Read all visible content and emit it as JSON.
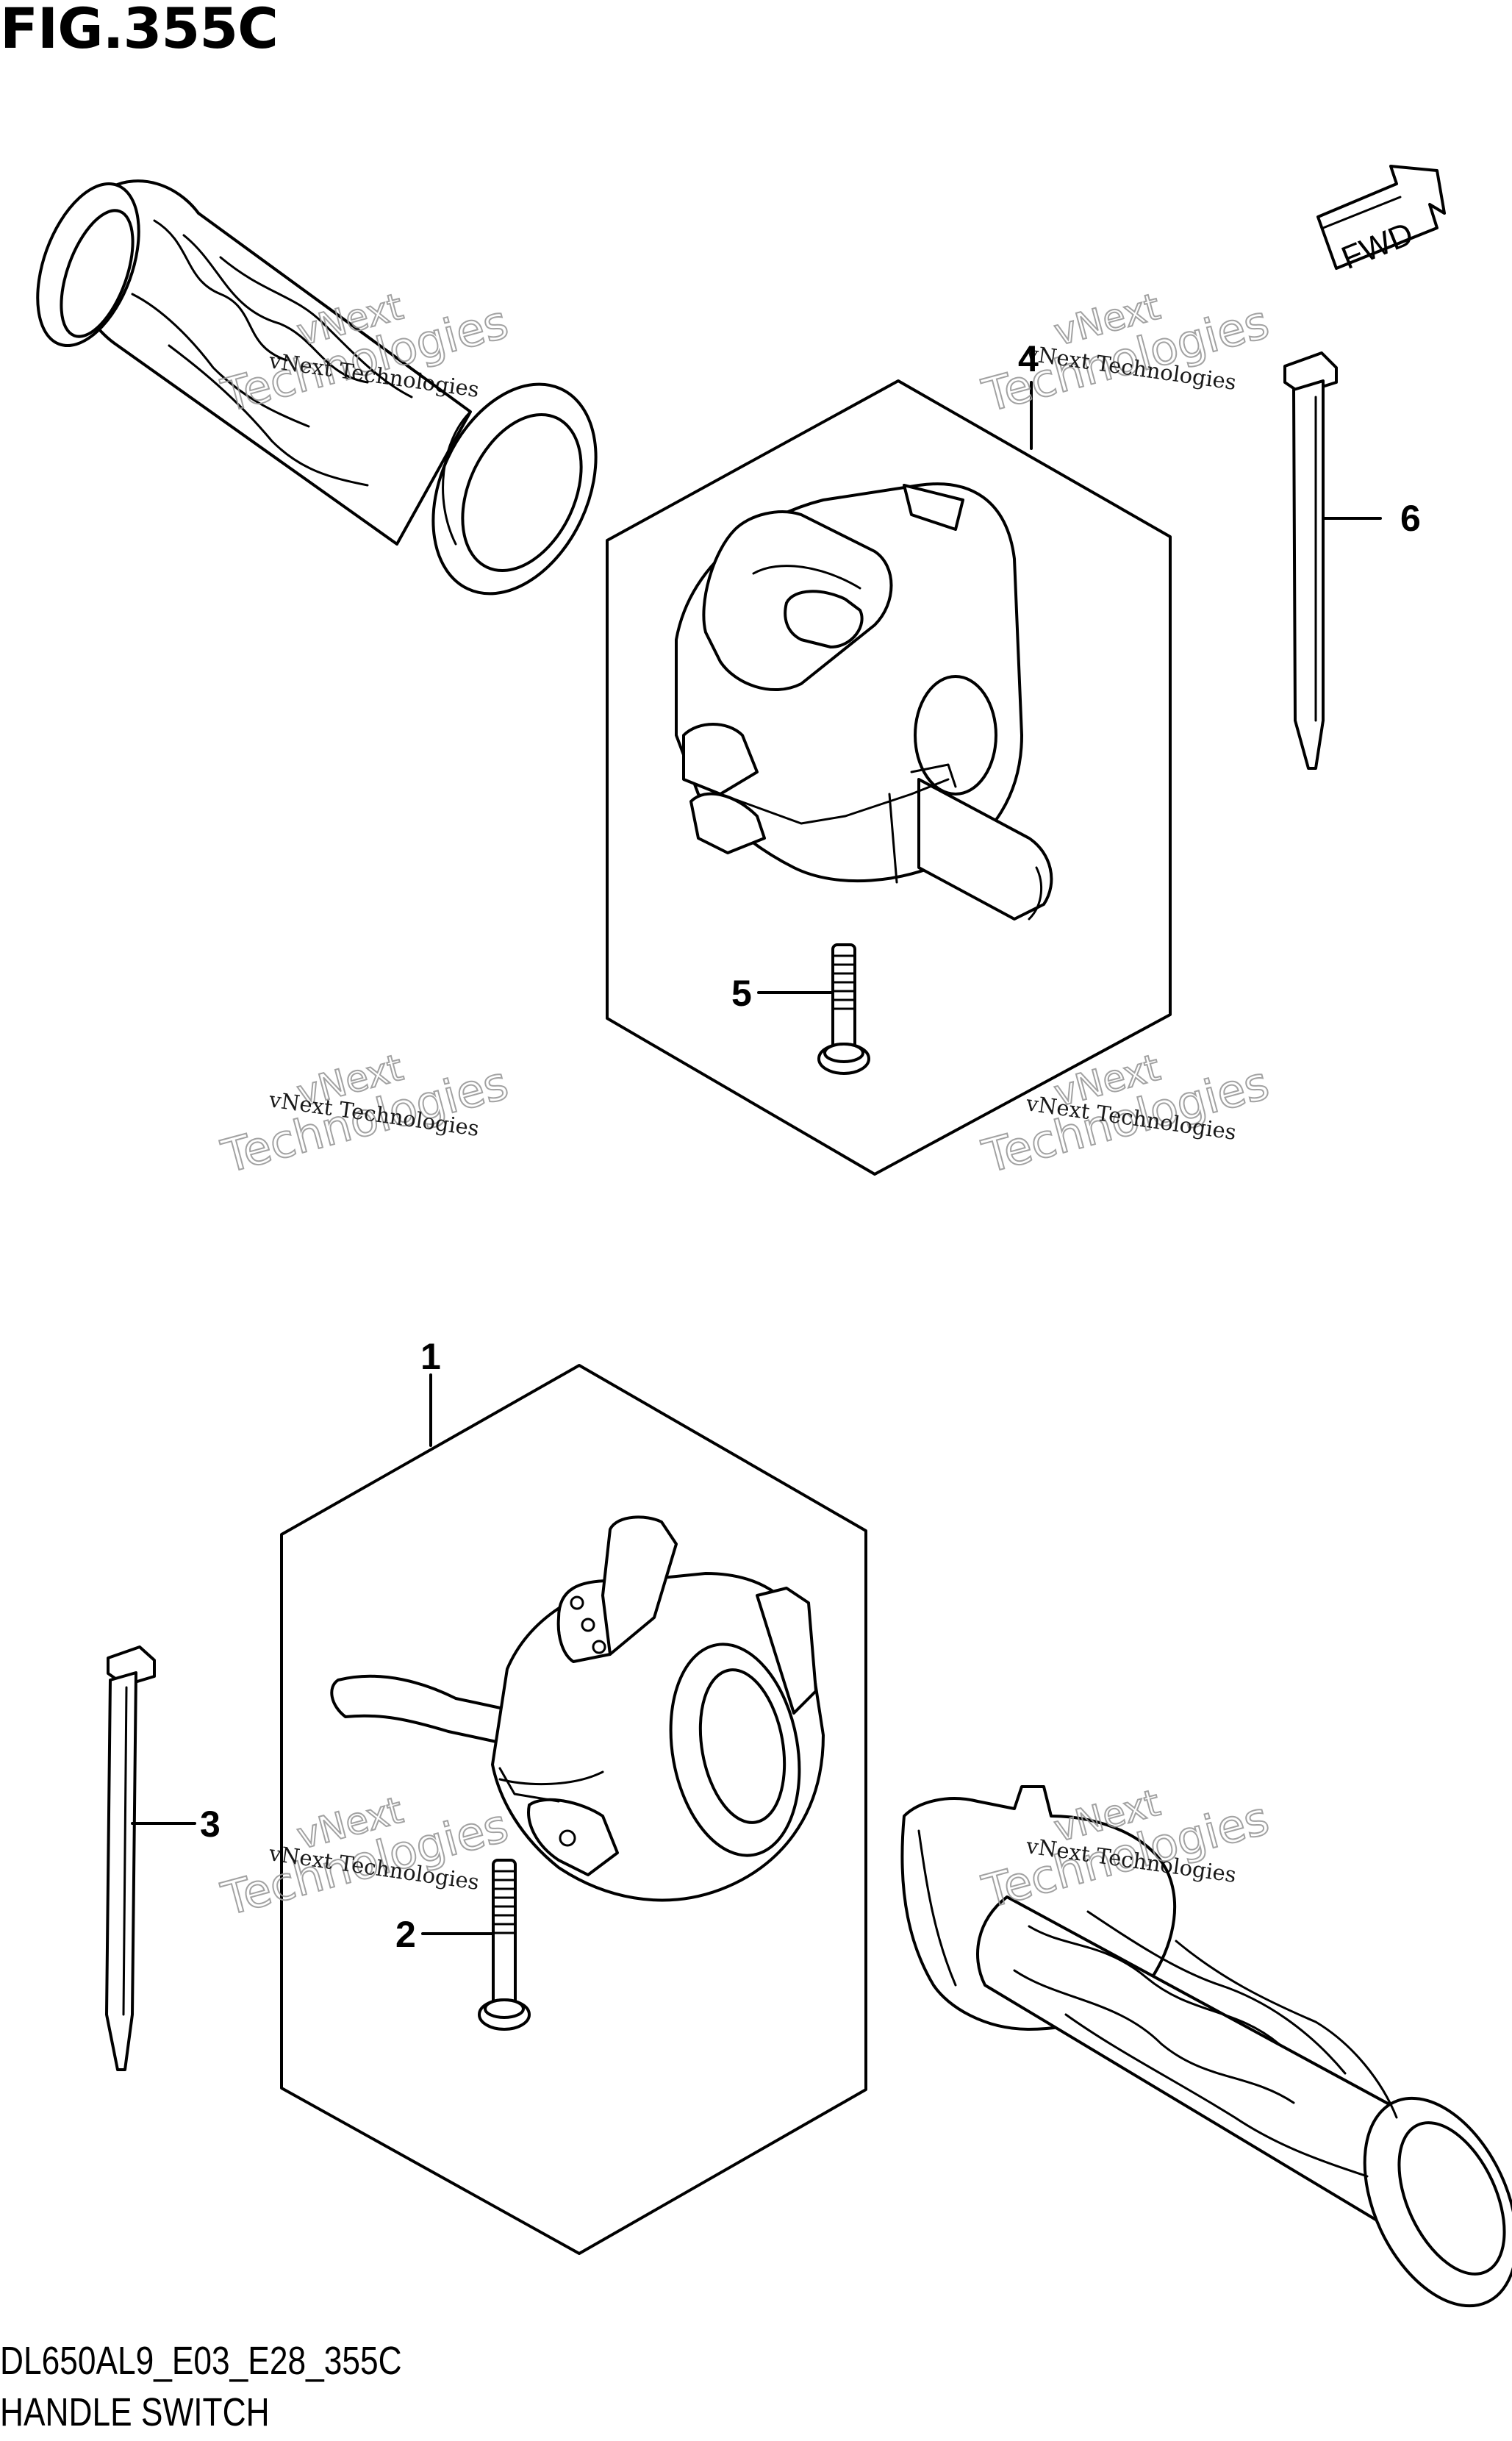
{
  "figure": {
    "title": "FIG.355C"
  },
  "footer": {
    "code": "DL650AL9_E03_E28_355C",
    "name": "HANDLE SWITCH"
  },
  "fwd_label": "FWD",
  "callouts": {
    "c1": "1",
    "c2": "2",
    "c3": "3",
    "c4": "4",
    "c5": "5",
    "c6": "6"
  },
  "watermark": {
    "line": "vNext Technologies",
    "big1": "vNext",
    "big2": "Technologies"
  },
  "colors": {
    "line": "#000000",
    "background": "#ffffff",
    "watermark": "#999999"
  }
}
